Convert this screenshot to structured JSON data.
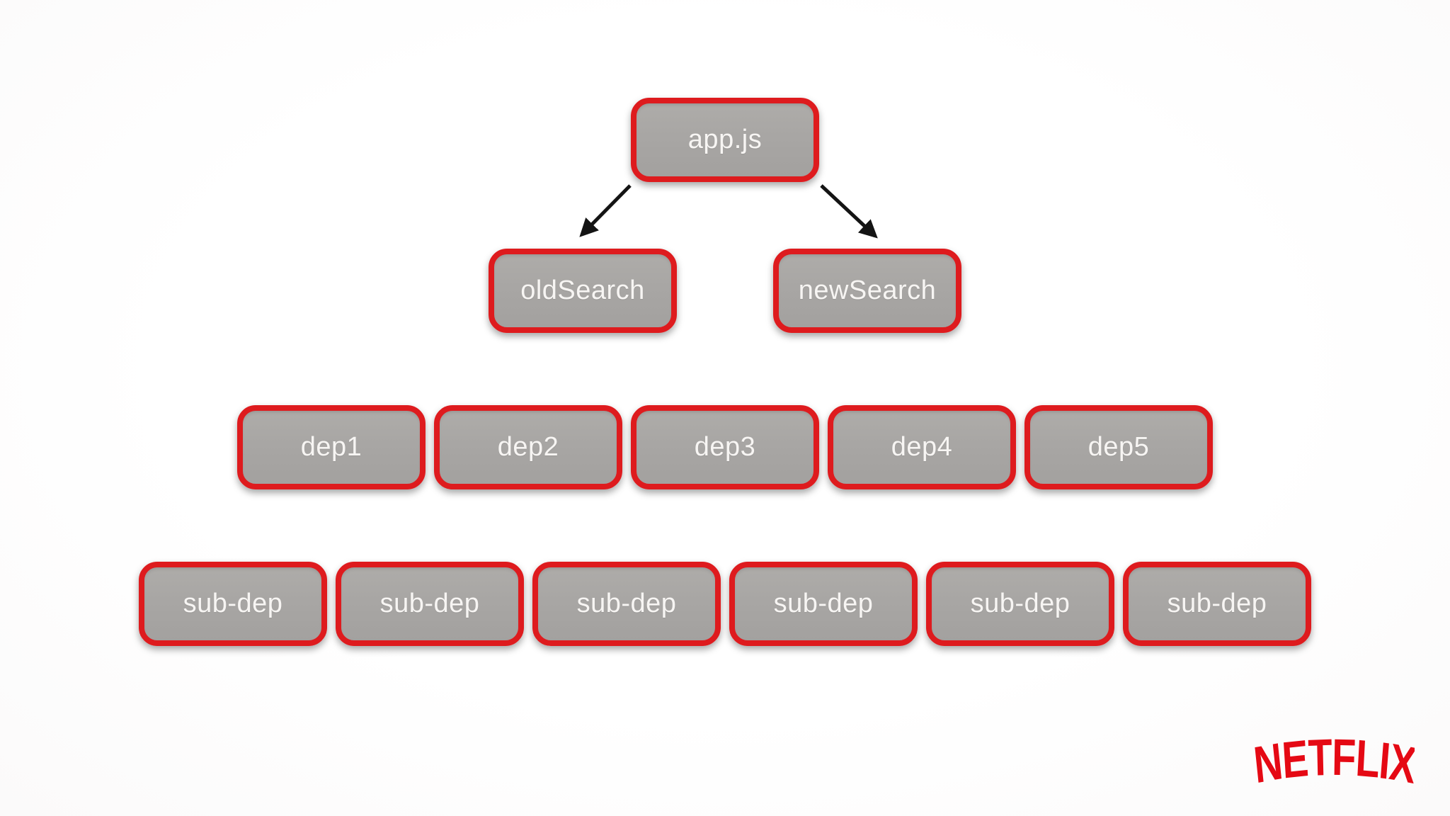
{
  "diagram": {
    "root": {
      "label": "app.js"
    },
    "children": [
      {
        "label": "oldSearch"
      },
      {
        "label": "newSearch"
      }
    ],
    "deps": [
      {
        "label": "dep1"
      },
      {
        "label": "dep2"
      },
      {
        "label": "dep3"
      },
      {
        "label": "dep4"
      },
      {
        "label": "dep5"
      }
    ],
    "subdeps": [
      {
        "label": "sub-dep"
      },
      {
        "label": "sub-dep"
      },
      {
        "label": "sub-dep"
      },
      {
        "label": "sub-dep"
      },
      {
        "label": "sub-dep"
      },
      {
        "label": "sub-dep"
      }
    ]
  },
  "branding": {
    "logo_text": "NETFLIX",
    "logo_color": "#e50914"
  },
  "colors": {
    "node_border": "#de1b1e",
    "node_fill": "#a8a6a4",
    "node_text": "#f7f5f3",
    "arrow": "#141414",
    "background": "#fdfdfd"
  }
}
